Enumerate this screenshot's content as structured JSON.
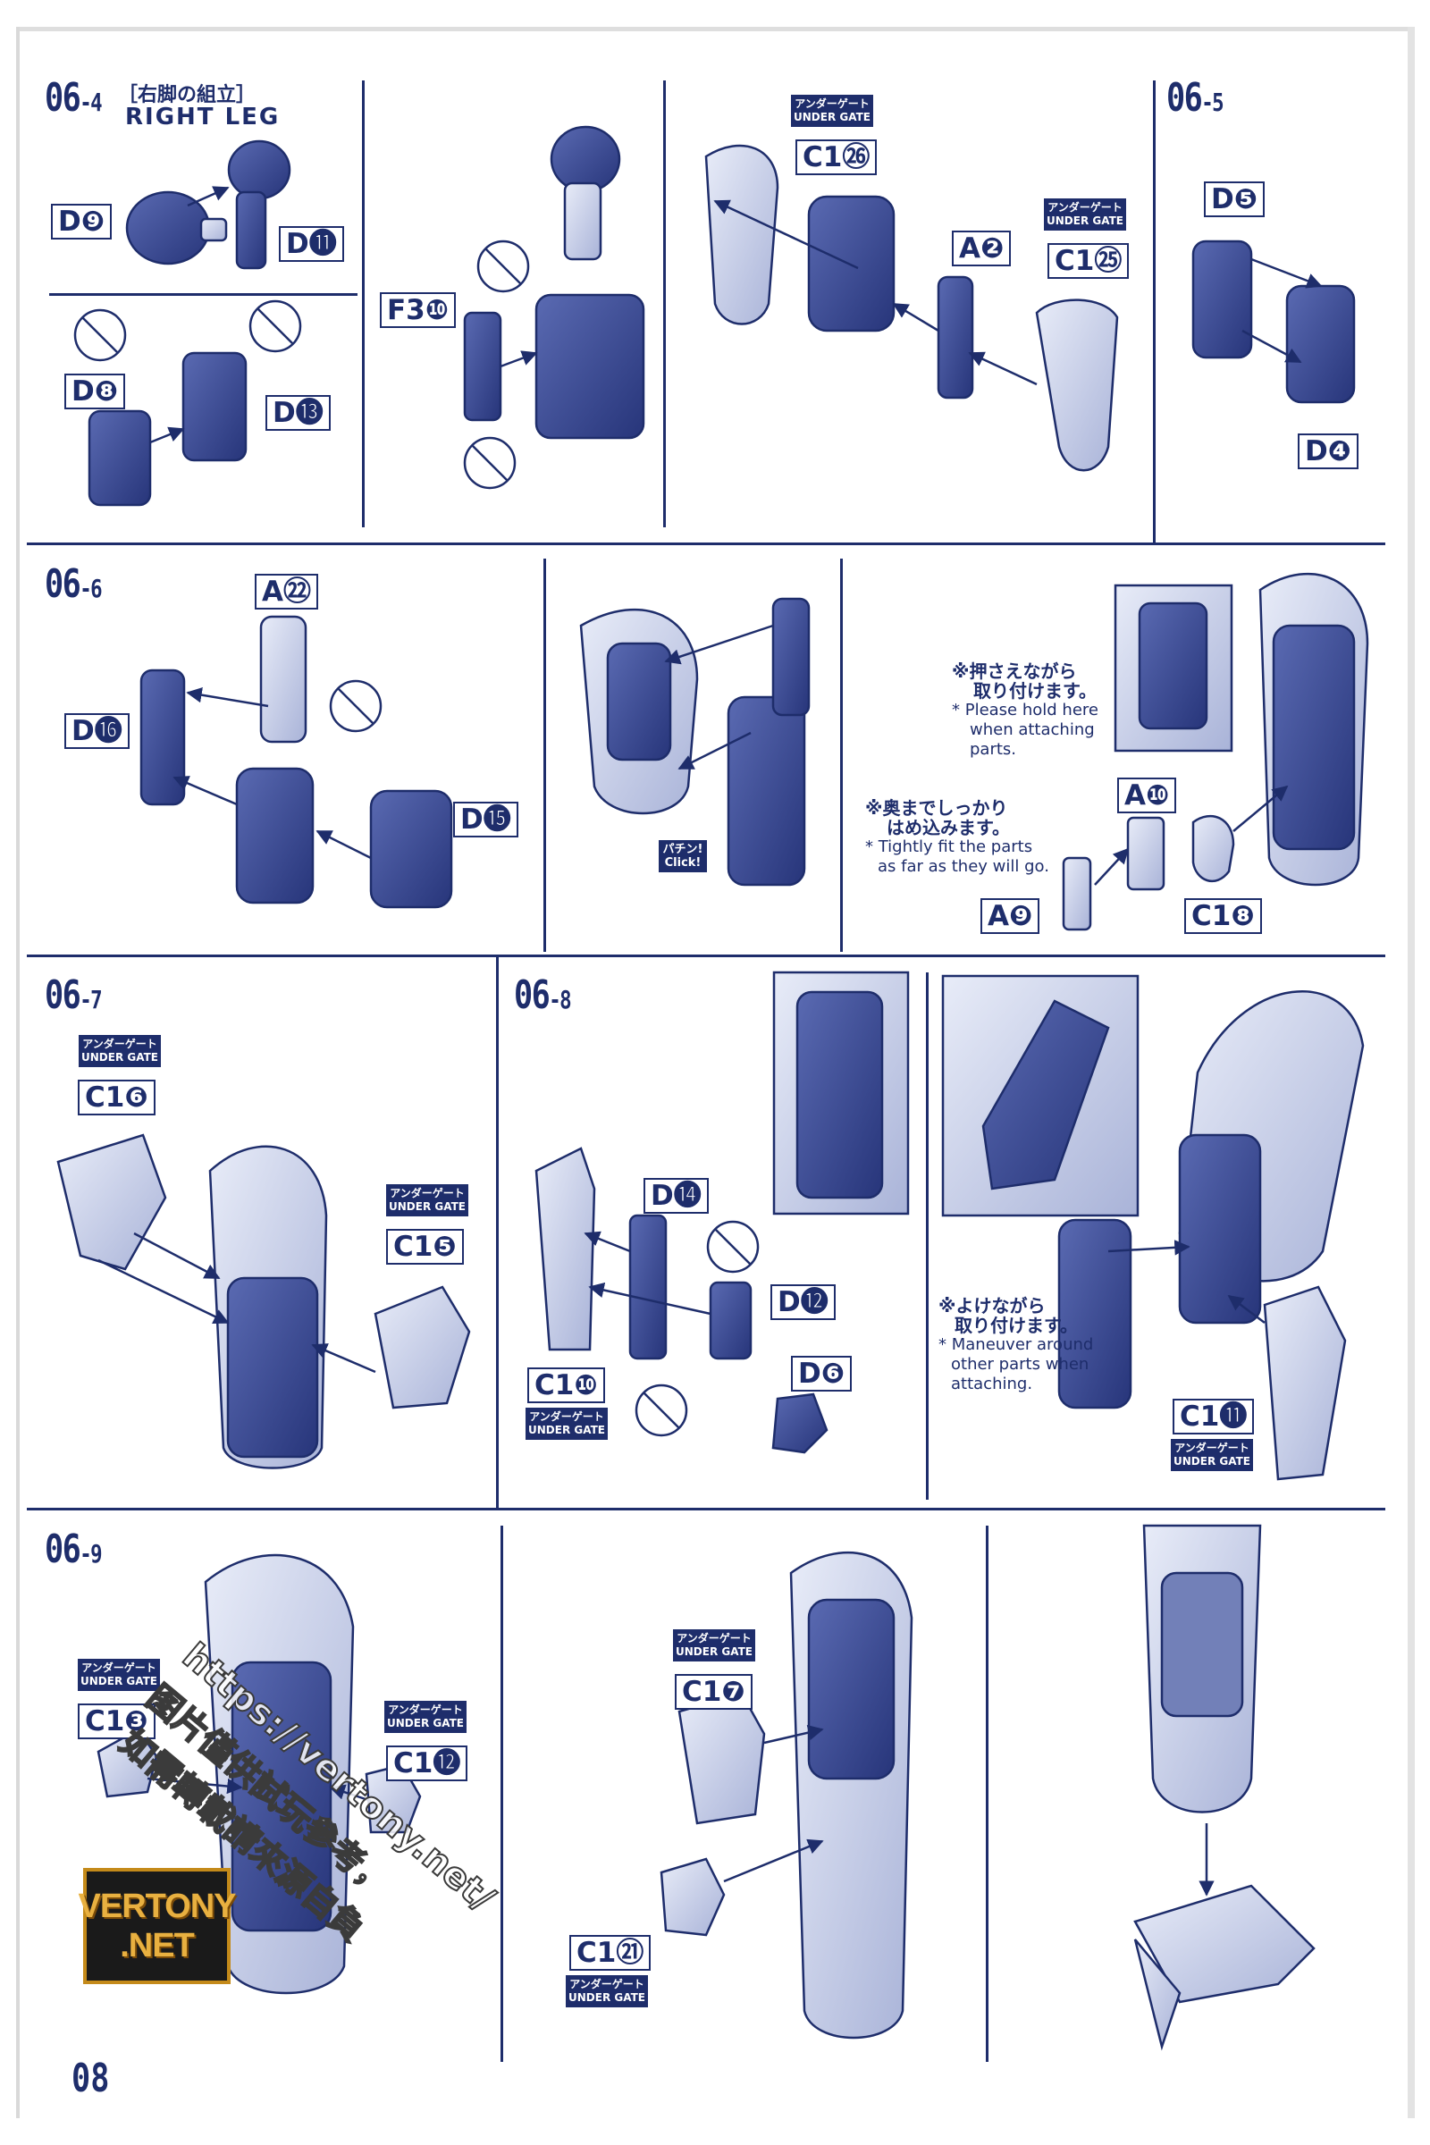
{
  "page": {
    "number": "08"
  },
  "steps": {
    "s4": {
      "num": "06",
      "sub": "4",
      "title_jp": "［右脚の組立］",
      "title_en": "RIGHT LEG"
    },
    "s5": {
      "num": "06",
      "sub": "5"
    },
    "s6": {
      "num": "06",
      "sub": "6"
    },
    "s7": {
      "num": "06",
      "sub": "7"
    },
    "s8": {
      "num": "06",
      "sub": "8"
    },
    "s9": {
      "num": "06",
      "sub": "9"
    }
  },
  "gate": {
    "jp": "アンダーゲート",
    "en": "UNDER GATE"
  },
  "parts": {
    "d9": "D❾",
    "d11": "D⓫",
    "d8": "D❽",
    "d13": "D⓭",
    "f310": "F3❿",
    "c126": "C1㉖",
    "a2": "A❷",
    "c125": "C1㉕",
    "d5": "D❺",
    "d4": "D❹",
    "a22": "A㉒",
    "d16": "D⓰",
    "d15": "D⓯",
    "a10": "A❿",
    "a9": "A❾",
    "c18": "C1❽",
    "c16": "C1❻",
    "c15": "C1❺",
    "d14": "D⓮",
    "d12": "D⓬",
    "d6": "D❻",
    "c110": "C1❿",
    "c111": "C1⓫",
    "c13": "C1❸",
    "c112": "C1⓬",
    "c17": "C1❼",
    "c121": "C1㉑"
  },
  "notes": {
    "hold_jp_1": "※押さえながら",
    "hold_jp_2": "取り付けます。",
    "hold_en_1": "* Please hold here",
    "hold_en_2": "when attaching",
    "hold_en_3": "parts.",
    "fit_jp_1": "※奥までしっかり",
    "fit_jp_2": "はめ込みます。",
    "fit_en_1": "* Tightly fit the parts",
    "fit_en_2": "as far as they will go.",
    "maneuver_jp_1": "※よけながら",
    "maneuver_jp_2": "取り付けます。",
    "maneuver_en_1": "* Maneuver around",
    "maneuver_en_2": "other parts when",
    "maneuver_en_3": "attaching."
  },
  "click": {
    "jp": "パチン!",
    "en": "Click!"
  },
  "logo": {
    "line1": "VERTONY",
    "line2": ".NET"
  },
  "watermark": {
    "url": "https://vertony.net/",
    "cn1": "图片僅供試玩參考，",
    "cn2": "如需轉載請來源自負"
  },
  "colors": {
    "ink": "#1e2d6b",
    "part_fill": "#3a4a92",
    "part_light": "#c9d0e8",
    "part_mid": "#7280b8"
  }
}
